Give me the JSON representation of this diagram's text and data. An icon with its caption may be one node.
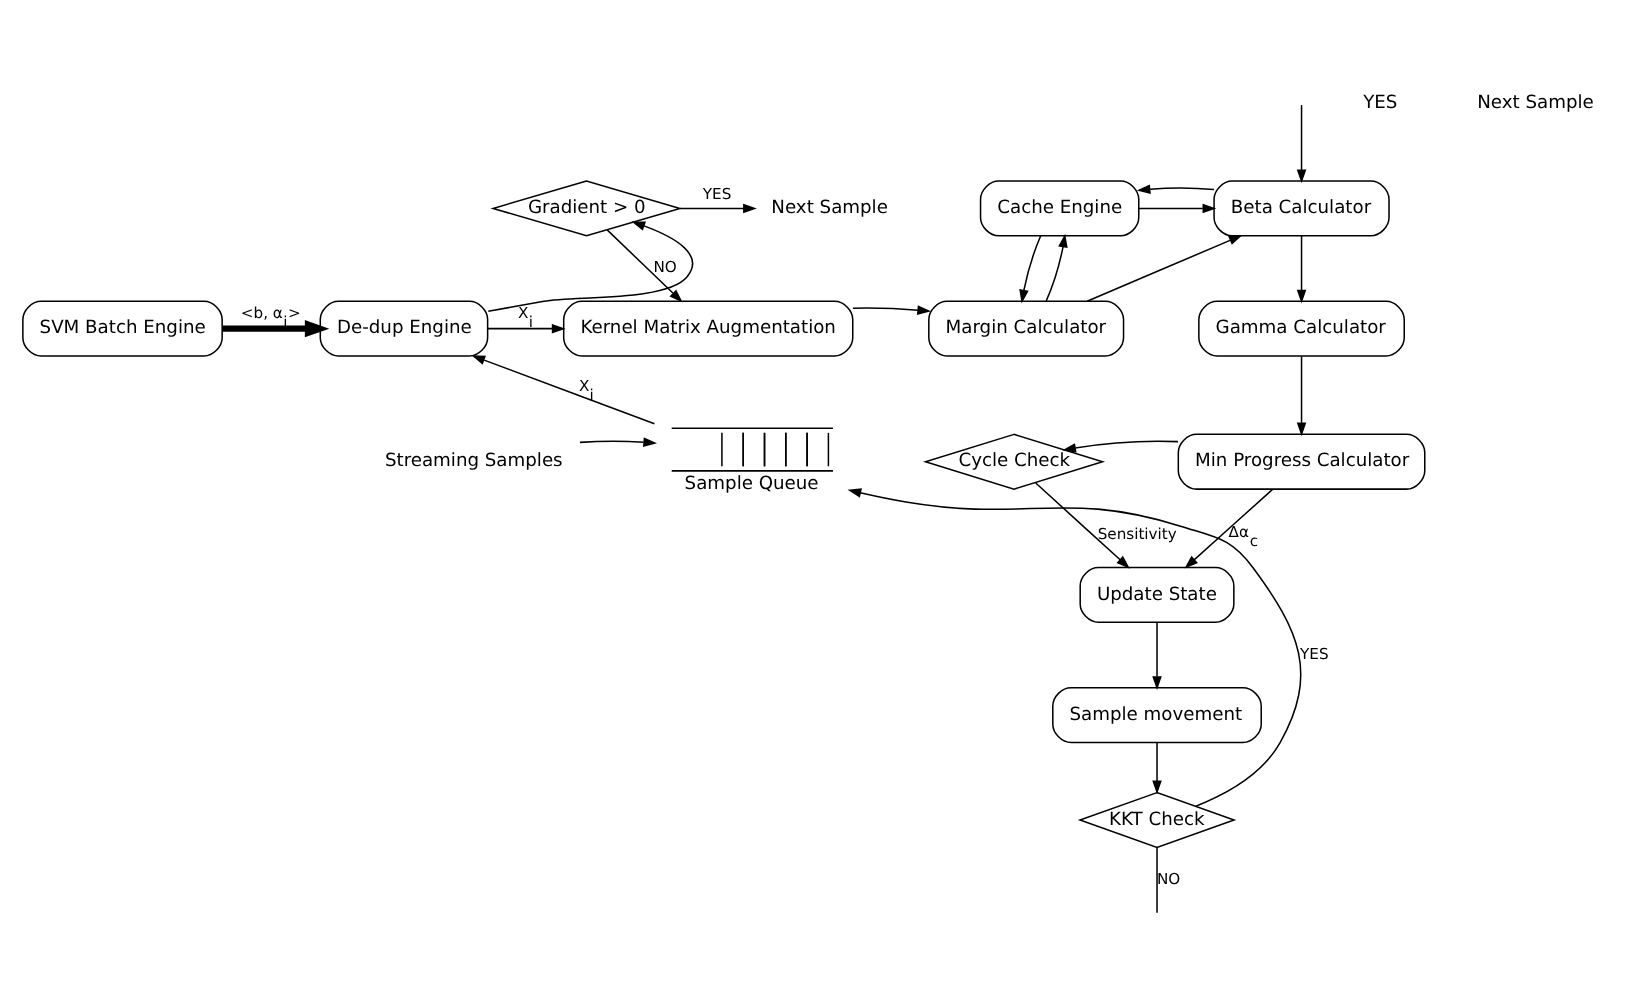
{
  "diagram": {
    "nodes": [
      {
        "text": [
          "SVM Batch Engine"
        ]
      },
      {
        "text": [
          "De-dup Engine"
        ]
      },
      {
        "text": [
          "Gradient > 0"
        ]
      },
      {
        "text": [
          "Next Sample"
        ]
      },
      {
        "text": [
          "Kernel Matrix Augmentation"
        ]
      },
      {
        "text": [
          "Cache Engine"
        ]
      },
      {
        "text": [
          "Margin Calculator"
        ]
      },
      {
        "text": [
          "Beta Calculator"
        ]
      },
      {
        "text": [
          "Gamma Calculator"
        ]
      },
      {
        "text": [
          "Cycle Check"
        ]
      },
      {
        "text": [
          "Min Progress Calculator"
        ]
      },
      {
        "text": [
          "Update State"
        ]
      },
      {
        "text": [
          "Sample movement"
        ]
      },
      {
        "text": [
          "KKT Check"
        ]
      },
      {
        "text": [
          "Sample Queue"
        ]
      },
      {
        "text": [
          "Streaming Samples"
        ]
      }
    ],
    "edges": [
      {
        "from": 0,
        "to": 1,
        "arrow": "to",
        "label": "<b, α$_{i}$>",
        "style": "thick"
      },
      {
        "from": 1,
        "to": 2,
        "arrow": "to"
      },
      {
        "from": 2,
        "to": 3,
        "arrow": "to",
        "label": "YES"
      },
      {
        "from": 2,
        "to": 4,
        "arrow": "to",
        "label": "NO"
      },
      {
        "from": 1,
        "to": 4,
        "arrow": "to",
        "label": "X$_{i}$"
      },
      {
        "from": 14,
        "to": 1,
        "arrow": "to",
        "label": "X$_{i}$"
      },
      {
        "from": 15,
        "to": 14,
        "arrow": "to"
      },
      {
        "from": 4,
        "to": 6,
        "arrow": "to"
      },
      {
        "from": 6,
        "to": 5,
        "arrow": "to"
      },
      {
        "from": 5,
        "to": 6,
        "arrow": "to"
      },
      {
        "from": 5,
        "to": 7,
        "arrow": "to"
      },
      {
        "from": 7,
        "to": 5,
        "arrow": "to"
      },
      {
        "from": 6,
        "to": 7,
        "arrow": "to"
      },
      {
        "from": null,
        "to": 7,
        "arrow": "to"
      },
      {
        "from": 7,
        "to": 8,
        "arrow": "to"
      },
      {
        "from": 8,
        "to": 10,
        "arrow": "to"
      },
      {
        "from": 10,
        "to": 9,
        "arrow": "to"
      },
      {
        "from": 9,
        "to": 11,
        "arrow": "to",
        "label": "Sensitivity"
      },
      {
        "from": 10,
        "to": 11,
        "arrow": "to",
        "label": "Δα$_{c}$"
      },
      {
        "from": 11,
        "to": 12,
        "arrow": "to"
      },
      {
        "from": 12,
        "to": 13,
        "arrow": "to"
      },
      {
        "from": 13,
        "to": 14,
        "arrow": "to",
        "label": "YES"
      },
      {
        "from": 13,
        "to": null,
        "arrow": "none",
        "label": "NO"
      }
    ],
    "labels": [
      "YES",
      "Next Sample"
    ]
  }
}
